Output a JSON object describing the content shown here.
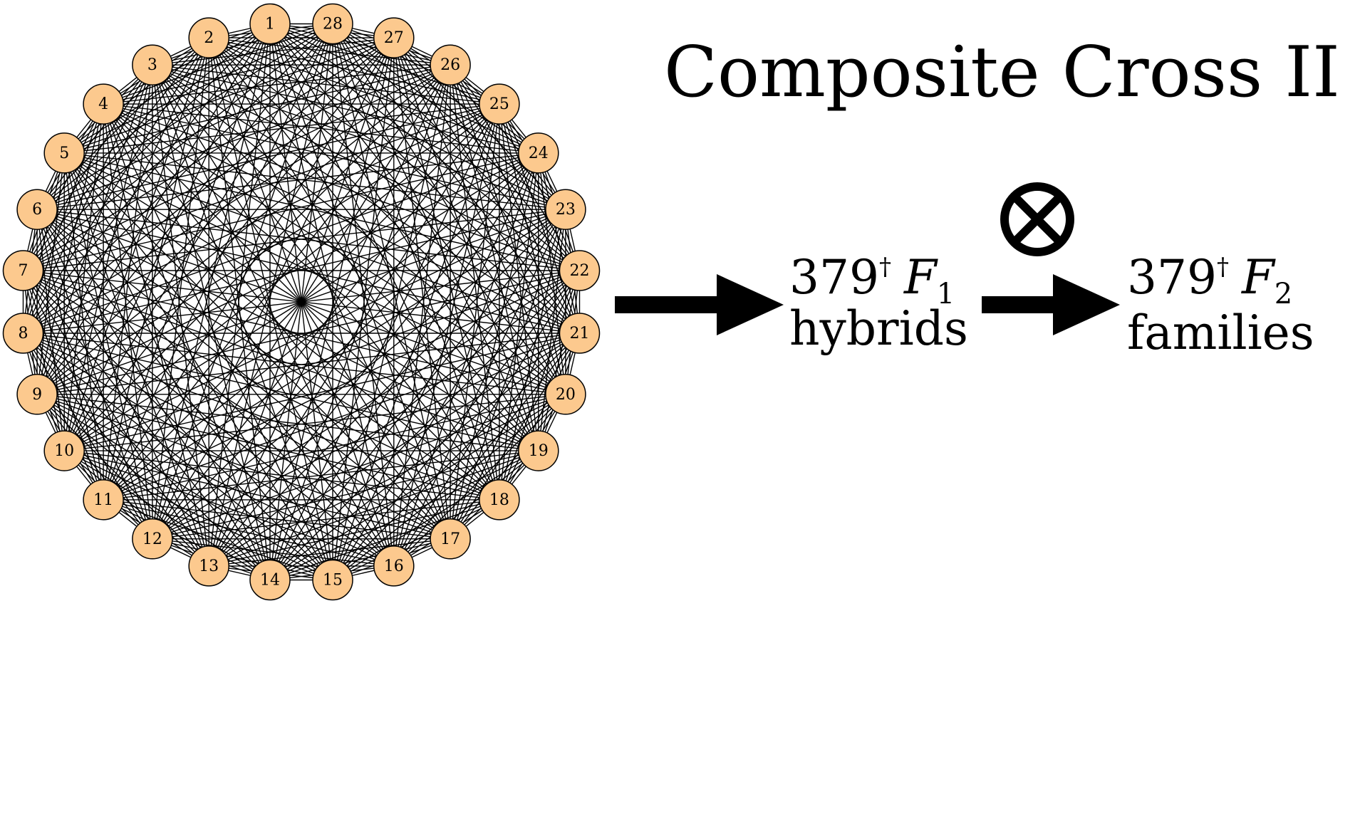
{
  "title": "Composite Cross II",
  "node_labels": [
    "1",
    "2",
    "3",
    "4",
    "5",
    "6",
    "7",
    "8",
    "9",
    "10",
    "11",
    "12",
    "13",
    "14",
    "15",
    "16",
    "17",
    "18",
    "19",
    "20",
    "21",
    "22",
    "23",
    "24",
    "25",
    "26",
    "27",
    "28"
  ],
  "colors": {
    "node_fill": "#fcc98e",
    "stroke": "#000000",
    "background": "#ffffff"
  },
  "step1": {
    "count": "379",
    "dagger": "†",
    "symbol": "F",
    "subscript": "1",
    "label": "hybrids"
  },
  "step2": {
    "count": "379",
    "dagger": "†",
    "symbol": "F",
    "subscript": "2",
    "label": "families"
  },
  "self_icon": "circled-times-icon",
  "arrow_icon": "right-arrow-icon"
}
